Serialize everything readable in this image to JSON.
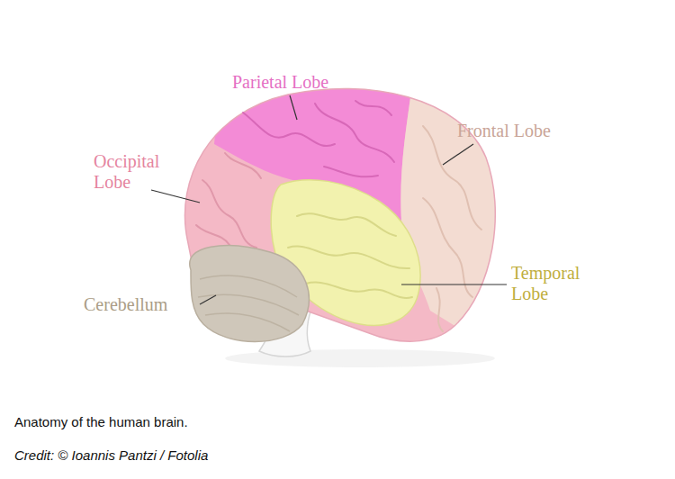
{
  "diagram": {
    "caption": "Anatomy of the human brain.",
    "labels": [
      "Parietal Lobe",
      "Frontal Lobe",
      "Occipital Lobe",
      "Temporal Lobe",
      "Cerebellum",
      "Credit: © Ioannis Pantzi / Fotolia"
    ]
  }
}
